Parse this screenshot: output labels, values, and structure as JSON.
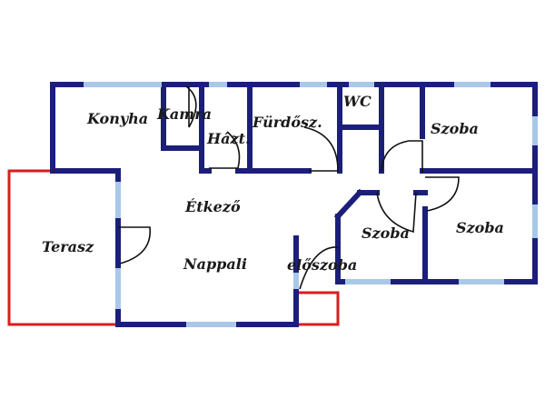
{
  "rooms": {
    "konyha": "Konyha",
    "kamra": "Kamra",
    "hazt": "Házt.",
    "furdo": "Fürdősz.",
    "wc": "WC",
    "szoba1": "Szoba",
    "szoba2": "Szoba",
    "szoba3": "Szoba",
    "etkezo": "Étkező",
    "nappali": "Nappali",
    "eloszoba": "előszoba",
    "terasz": "Terasz"
  },
  "colors": {
    "wall": "#1b1f7a",
    "window": "#a9c8e8",
    "terrace": "#d81e1e",
    "door": "#111111"
  }
}
